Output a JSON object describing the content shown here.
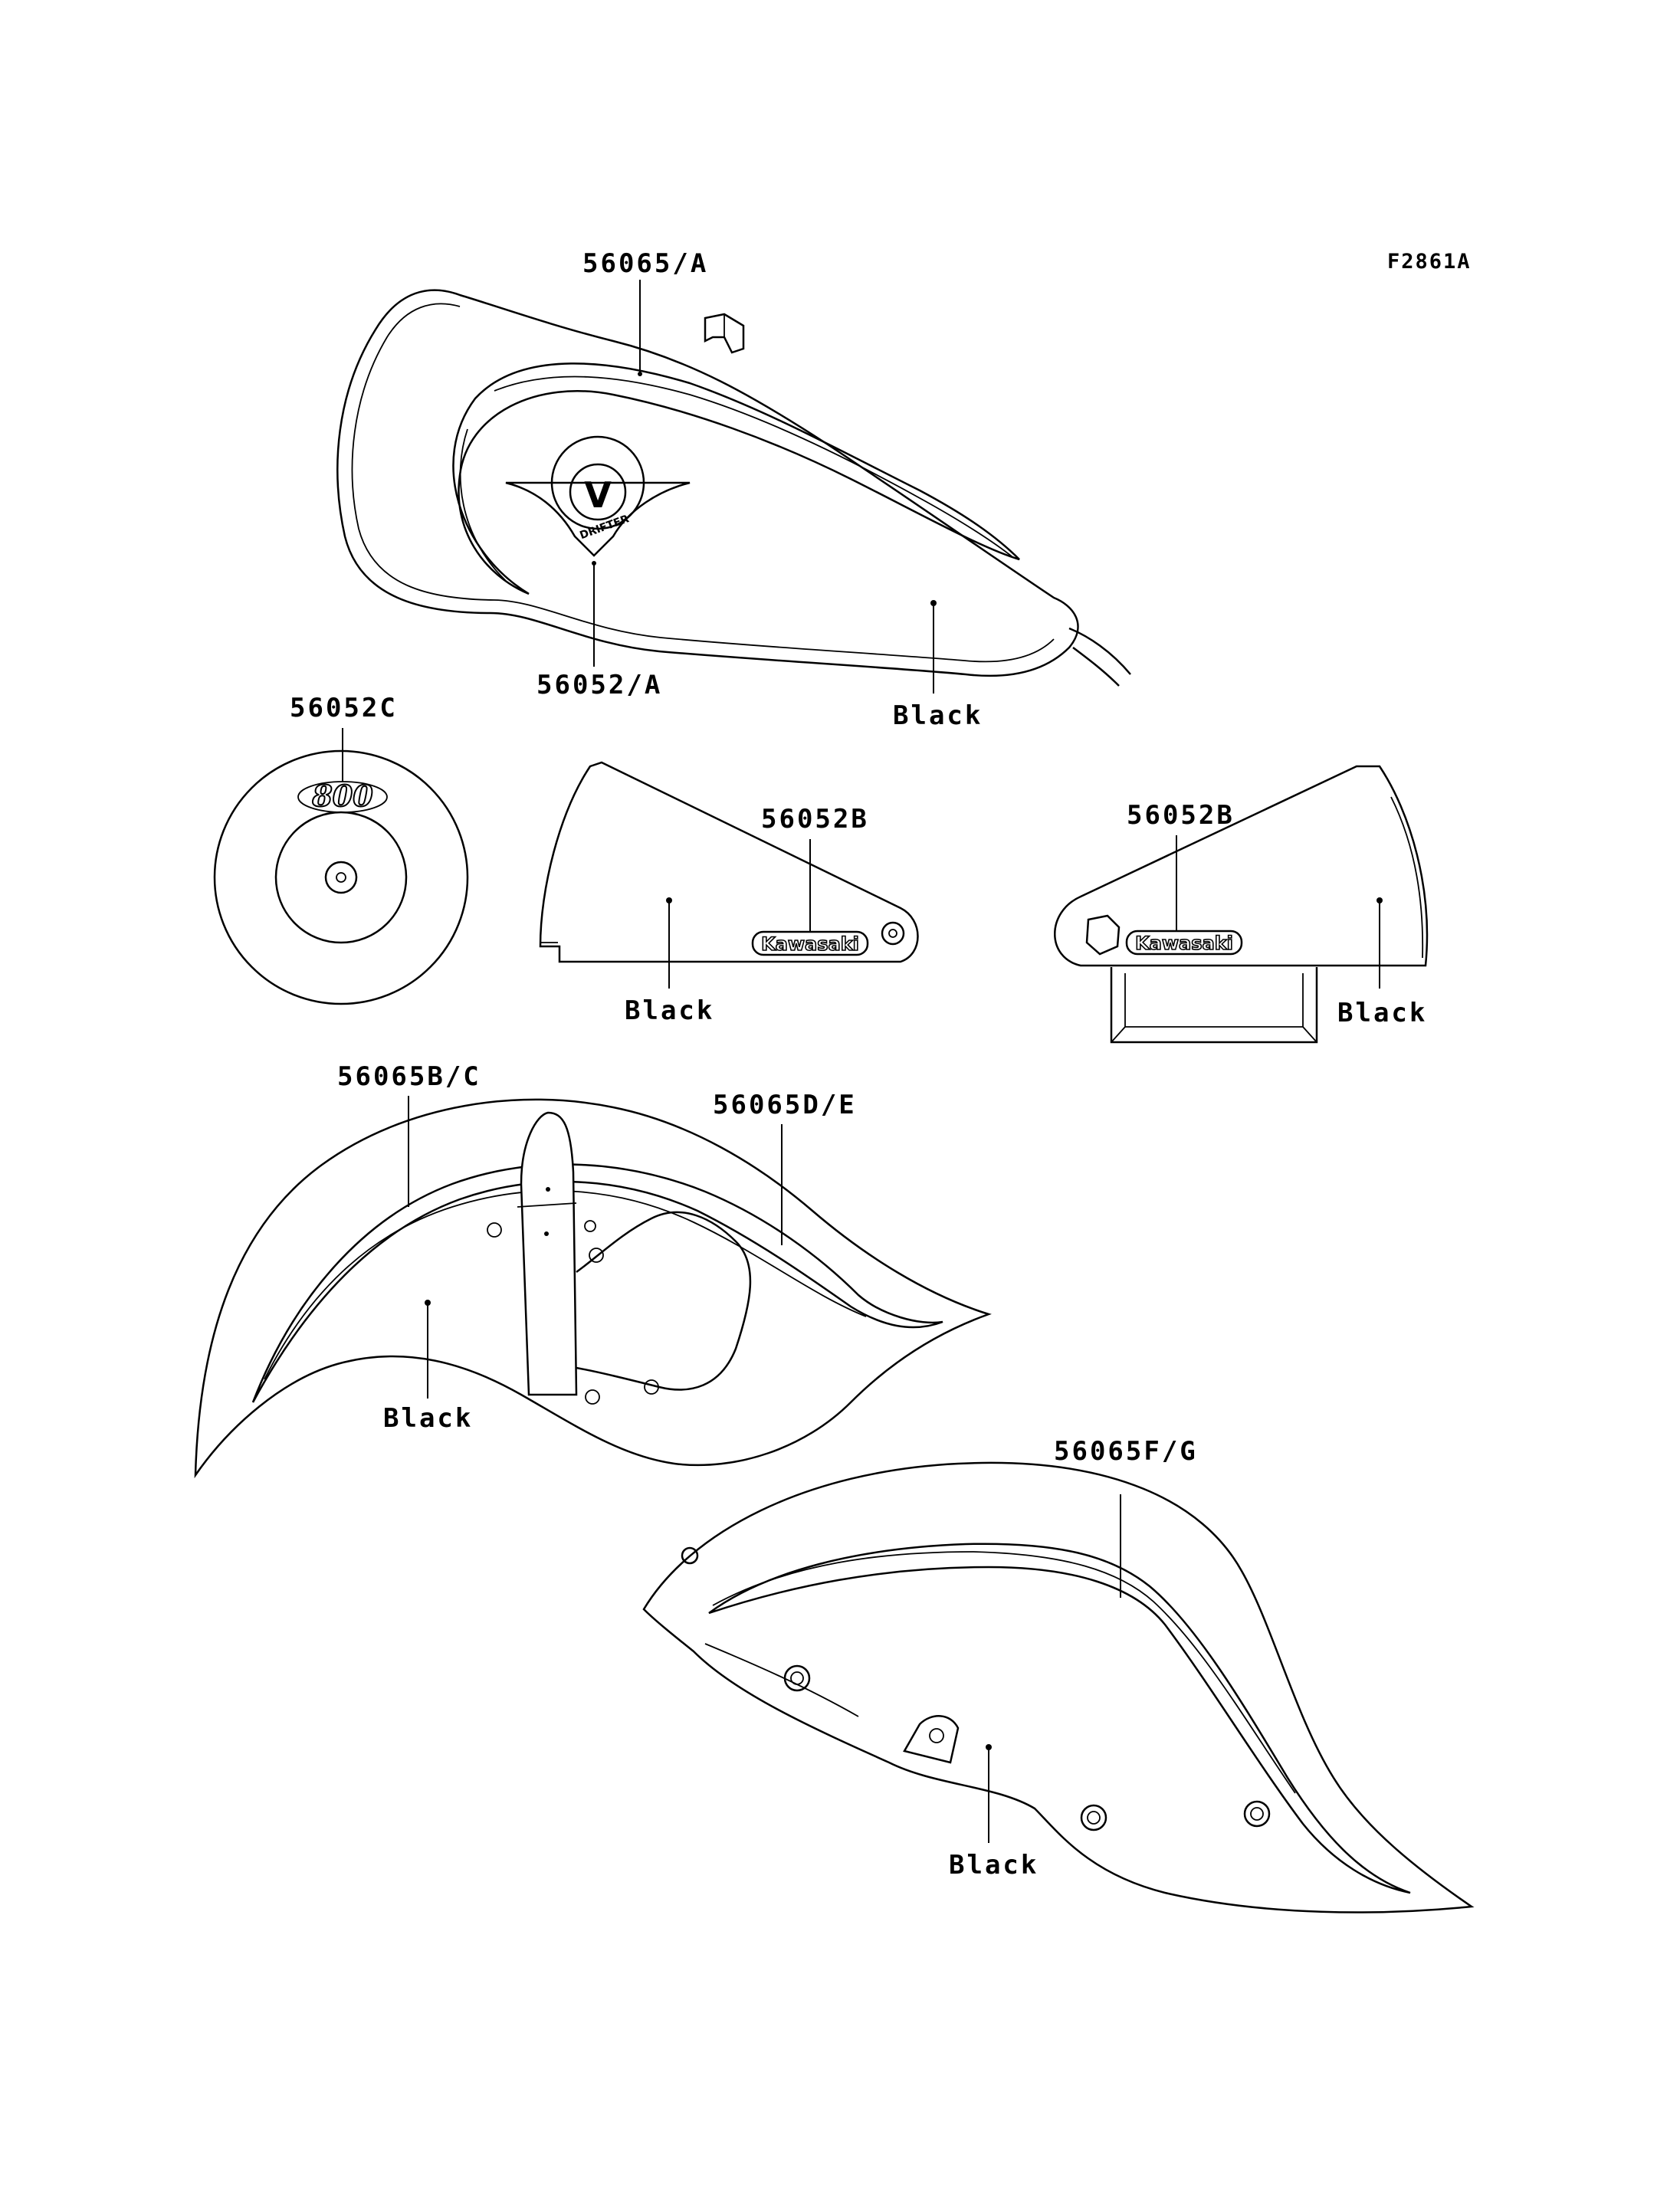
{
  "figure_code": "F2861A",
  "labels": {
    "tank_stripe": "56065/A",
    "tank_emblem": "56052/A",
    "tank_color": "Black",
    "cover_emblem": "56052C",
    "left_cover_emblem": "56052B",
    "left_cover_color": "Black",
    "right_cover_emblem": "56052B",
    "right_cover_color": "Black",
    "front_fender_stripe_left": "56065B/C",
    "front_fender_stripe_right": "56065D/E",
    "front_fender_color": "Black",
    "rear_fender_stripe": "56065F/G",
    "rear_fender_color": "Black"
  },
  "decals": {
    "cover_number": "800",
    "brand_left": "Kawasaki",
    "brand_right": "Kawasaki",
    "emblem_letter": "V",
    "emblem_text": "DRIFTER"
  }
}
